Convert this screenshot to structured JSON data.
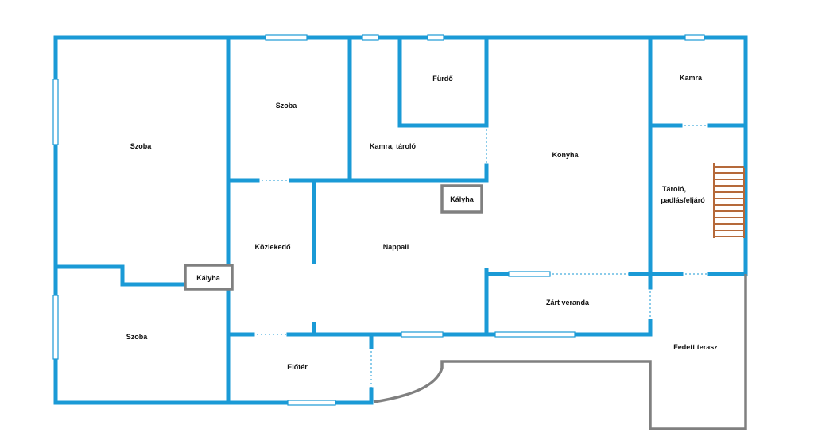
{
  "rooms": {
    "szoba_top_left": "Szoba",
    "szoba_top_mid": "Szoba",
    "furdo": "Fürdő",
    "kamra_tarolo": "Kamra, tároló",
    "konyha": "Konyha",
    "kamra": "Kamra",
    "tarolo_line1": "Tároló,",
    "tarolo_line2": "padlásfeljáró",
    "kozlekedo": "Közlekedő",
    "nappali": "Nappali",
    "zart_veranda": "Zárt veranda",
    "fedett_terasz": "Fedett terasz",
    "szoba_bottom_left": "Szoba",
    "eloter": "Előtér"
  },
  "stoves": {
    "left": "Kályha",
    "center": "Kályha"
  },
  "colors": {
    "wall": "#1a9ad6",
    "terrace_outline": "#808080",
    "stair": "#b5693a"
  }
}
